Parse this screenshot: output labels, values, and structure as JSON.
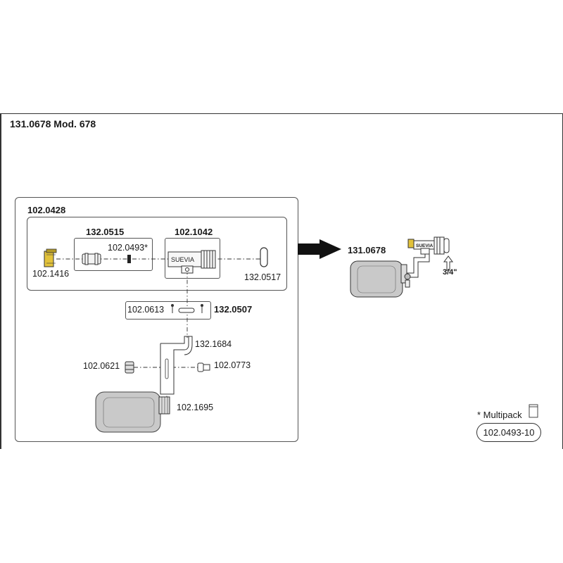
{
  "title": "131.0678 Mod. 678",
  "assembly": {
    "main": "102.0428",
    "group_a": "132.0515",
    "group_b": "102.1042",
    "group_c": "132.0507",
    "result": "131.0678"
  },
  "parts": {
    "p1416": "102.1416",
    "p0493": "102.0493*",
    "p0517": "132.0517",
    "p0613": "102.0613",
    "p1684": "132.1684",
    "p0621": "102.0621",
    "p0773": "102.0773",
    "p1695": "102.1695"
  },
  "brand": "SUEVIA",
  "thread_size": "3/4\"",
  "multipack": {
    "label": "* Multipack",
    "code": "102.0493-10"
  },
  "colors": {
    "line": "#333333",
    "brass": "#e2c23a",
    "float": "#c9c9c9"
  }
}
